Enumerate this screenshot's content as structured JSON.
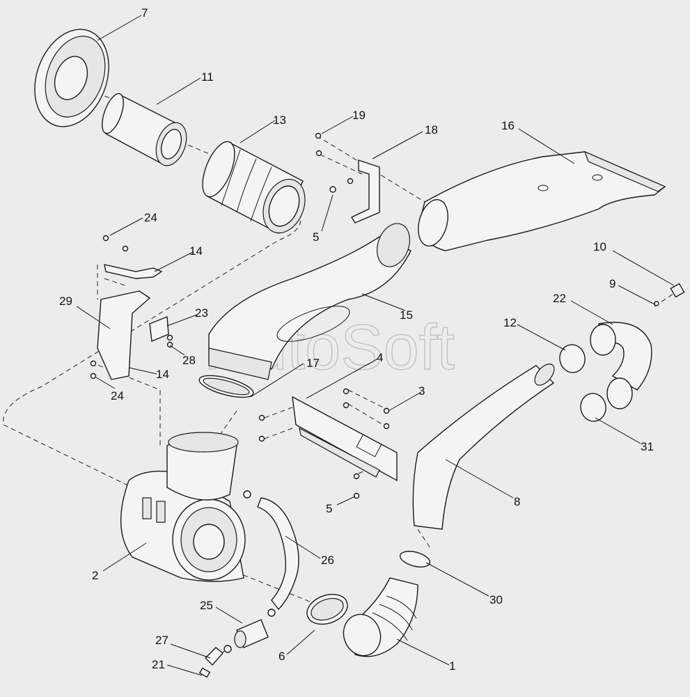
{
  "watermark": "AutoSoft",
  "labels": [
    {
      "id": "7",
      "text": "7"
    },
    {
      "id": "11",
      "text": "11"
    },
    {
      "id": "13",
      "text": "13"
    },
    {
      "id": "19",
      "text": "19"
    },
    {
      "id": "18",
      "text": "18"
    },
    {
      "id": "16",
      "text": "16"
    },
    {
      "id": "24a",
      "text": "24"
    },
    {
      "id": "14a",
      "text": "14"
    },
    {
      "id": "5a",
      "text": "5"
    },
    {
      "id": "10",
      "text": "10"
    },
    {
      "id": "9",
      "text": "9"
    },
    {
      "id": "22",
      "text": "22"
    },
    {
      "id": "29",
      "text": "29"
    },
    {
      "id": "23",
      "text": "23"
    },
    {
      "id": "15",
      "text": "15"
    },
    {
      "id": "12",
      "text": "12"
    },
    {
      "id": "28",
      "text": "28"
    },
    {
      "id": "17",
      "text": "17"
    },
    {
      "id": "4",
      "text": "4"
    },
    {
      "id": "14b",
      "text": "14"
    },
    {
      "id": "24b",
      "text": "24"
    },
    {
      "id": "3",
      "text": "3"
    },
    {
      "id": "31",
      "text": "31"
    },
    {
      "id": "8",
      "text": "8"
    },
    {
      "id": "5b",
      "text": "5"
    },
    {
      "id": "26",
      "text": "26"
    },
    {
      "id": "2",
      "text": "2"
    },
    {
      "id": "30",
      "text": "30"
    },
    {
      "id": "25",
      "text": "25"
    },
    {
      "id": "6",
      "text": "6"
    },
    {
      "id": "27",
      "text": "27"
    },
    {
      "id": "1",
      "text": "1"
    },
    {
      "id": "21",
      "text": "21"
    }
  ]
}
